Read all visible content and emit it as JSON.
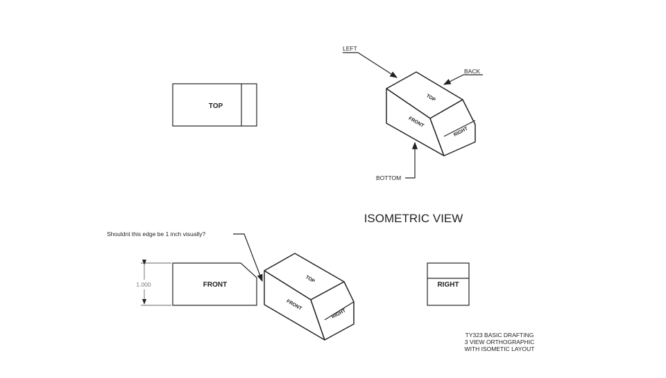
{
  "labels": {
    "left": "LEFT",
    "back": "BACK",
    "bottom": "BOTTOM",
    "top_face": "TOP",
    "front_face": "FRONT",
    "right_face": "RIGHT"
  },
  "views": {
    "top": "TOP",
    "front": "FRONT",
    "right": "RIGHT"
  },
  "isometric_title": "ISOMETRIC VIEW",
  "annotation": "Shouldnt this edge be 1 inch visually?",
  "dimension": "1.000",
  "title_block": {
    "line1": "TY323 BASIC DRAFTING",
    "line2": "3 VIEW ORTHOGRAPHIC",
    "line3": "WITH ISOMETIC LAYOUT"
  }
}
